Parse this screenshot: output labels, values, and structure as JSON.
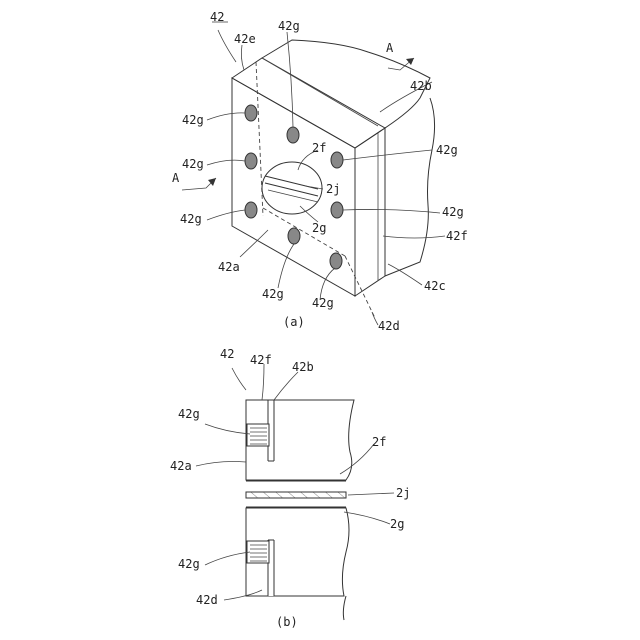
{
  "figure_a": {
    "caption": "(a)",
    "ref_42": "42",
    "ref_42e": "42e",
    "ref_42b": "42b",
    "ref_42c": "42c",
    "ref_42d": "42d",
    "ref_42a": "42a",
    "ref_42f": "42f",
    "ref_2f": "2f",
    "ref_2j": "2j",
    "ref_2g": "2g",
    "arrow_A": "A",
    "hole_label": "42g"
  },
  "figure_b": {
    "caption": "(b)",
    "ref_42": "42",
    "ref_42f": "42f",
    "ref_42b": "42b",
    "ref_42g_top": "42g",
    "ref_42a": "42a",
    "ref_2f": "2f",
    "ref_2j": "2j",
    "ref_2g": "2g",
    "ref_42g_bottom": "42g",
    "ref_42d": "42d"
  }
}
